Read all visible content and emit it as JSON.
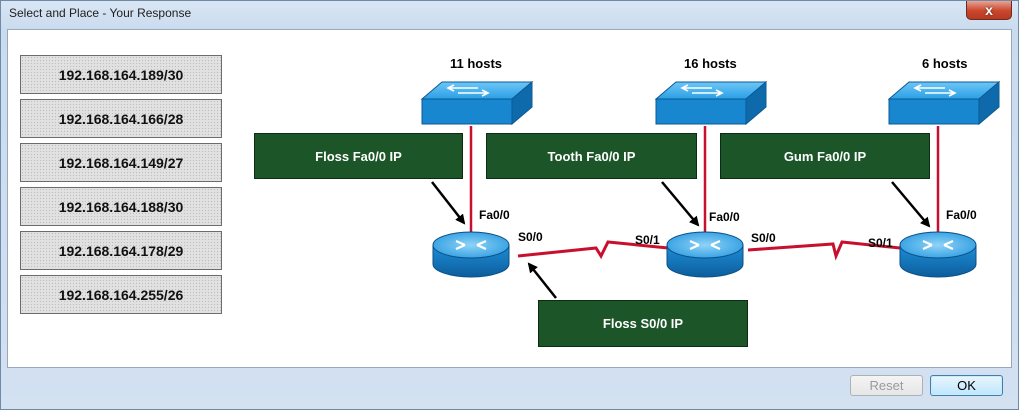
{
  "window": {
    "title": "Select and Place - Your Response",
    "close_label": "x"
  },
  "ip_options": [
    "192.168.164.189/30",
    "192.168.164.166/28",
    "192.168.164.149/27",
    "192.168.164.188/30",
    "192.168.164.178/29",
    "192.168.164.255/26"
  ],
  "hosts": {
    "left": "11 hosts",
    "middle": "16 hosts",
    "right": "6 hosts"
  },
  "ports": {
    "floss_fa": "Fa0/0",
    "floss_s0": "S0/0",
    "tooth_s1": "S0/1",
    "tooth_fa": "Fa0/0",
    "tooth_s0": "S0/0",
    "gum_s1": "S0/1",
    "gum_fa": "Fa0/0"
  },
  "drop_targets": {
    "floss_fa": "Floss Fa0/0 IP",
    "tooth_fa": "Tooth Fa0/0 IP",
    "gum_fa": "Gum Fa0/0 IP",
    "floss_s0": "Floss S0/0 IP"
  },
  "buttons": {
    "reset": "Reset",
    "ok": "OK"
  },
  "colors": {
    "drop_target": "#1c5628",
    "serial_link": "#c8102e",
    "device_blue": "#1a8fd6"
  }
}
